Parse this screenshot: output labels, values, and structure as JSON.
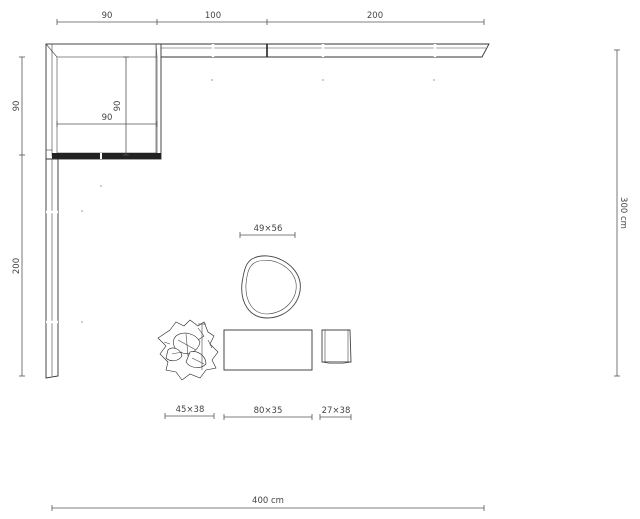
{
  "dimensions": {
    "top": [
      "90",
      "100",
      "200"
    ],
    "left": [
      "90",
      "200"
    ],
    "right": "300 cm",
    "bottom": "400 cm",
    "inner_horizontal": "90",
    "inner_vertical": "90"
  },
  "furniture": {
    "pouf": "49×56",
    "plant": "45×38",
    "table": "80×35",
    "stool": "27×38"
  }
}
